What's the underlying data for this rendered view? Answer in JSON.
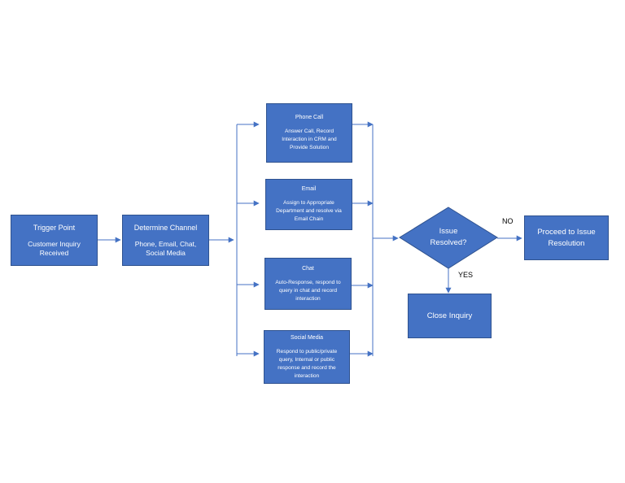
{
  "colors": {
    "box_fill": "#4472c4",
    "box_border": "#2f528f",
    "connector": "#4472c4",
    "text_on_box": "#ffffff"
  },
  "nodes": {
    "trigger": {
      "title": "Trigger Point",
      "body": "Customer Inquiry Received"
    },
    "channel": {
      "title": "Determine Channel",
      "body": "Phone, Email, Chat, Social Media"
    },
    "phone": {
      "title": "Phone Call",
      "body": "Answer Call, Record Interaction in CRM and Provide Solution"
    },
    "email": {
      "title": "Email",
      "body": "Assign to Appropriate Department and resolve via Email Chain"
    },
    "chat": {
      "title": "Chat",
      "body": "Auto-Response, respond to query in chat and record interaction"
    },
    "social": {
      "title": "Social Media",
      "body": "Respond to public/private query, Internal or public response and record the interaction"
    },
    "decision": {
      "title": "Issue Resolved?"
    },
    "proceed": {
      "title": "Proceed to Issue Resolution"
    },
    "close": {
      "title": "Close Inquiry"
    }
  },
  "edges": {
    "no_label": "NO",
    "yes_label": "YES"
  }
}
